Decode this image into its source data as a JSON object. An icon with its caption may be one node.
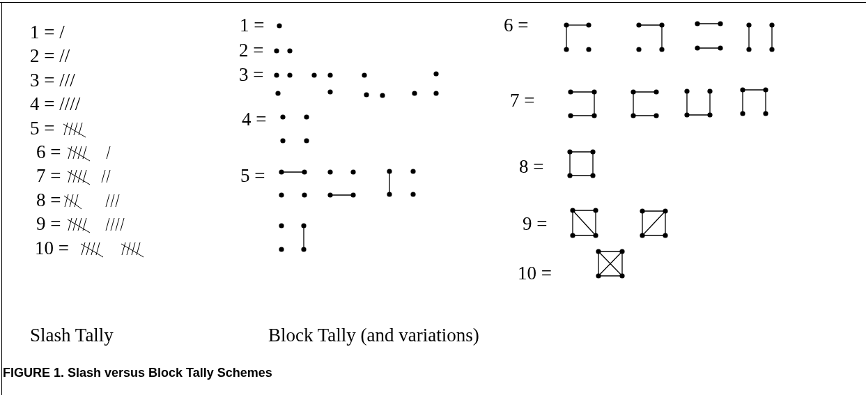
{
  "diagram": {
    "caption": "FIGURE 1. Slash versus Block Tally Schemes",
    "labels": [
      "1 = /",
      "2 = //",
      "3 = ///",
      "4 = ////",
      "5 =",
      "6 =",
      "7 =",
      "8 =",
      "9 =",
      "10 =",
      "1 =",
      "2 =",
      "3 =",
      "4 =",
      "5 =",
      "6 =",
      "7 =",
      "8 =",
      "9 =",
      "10 =",
      "Slash Tally",
      "Block Tally (and variations)"
    ]
  }
}
